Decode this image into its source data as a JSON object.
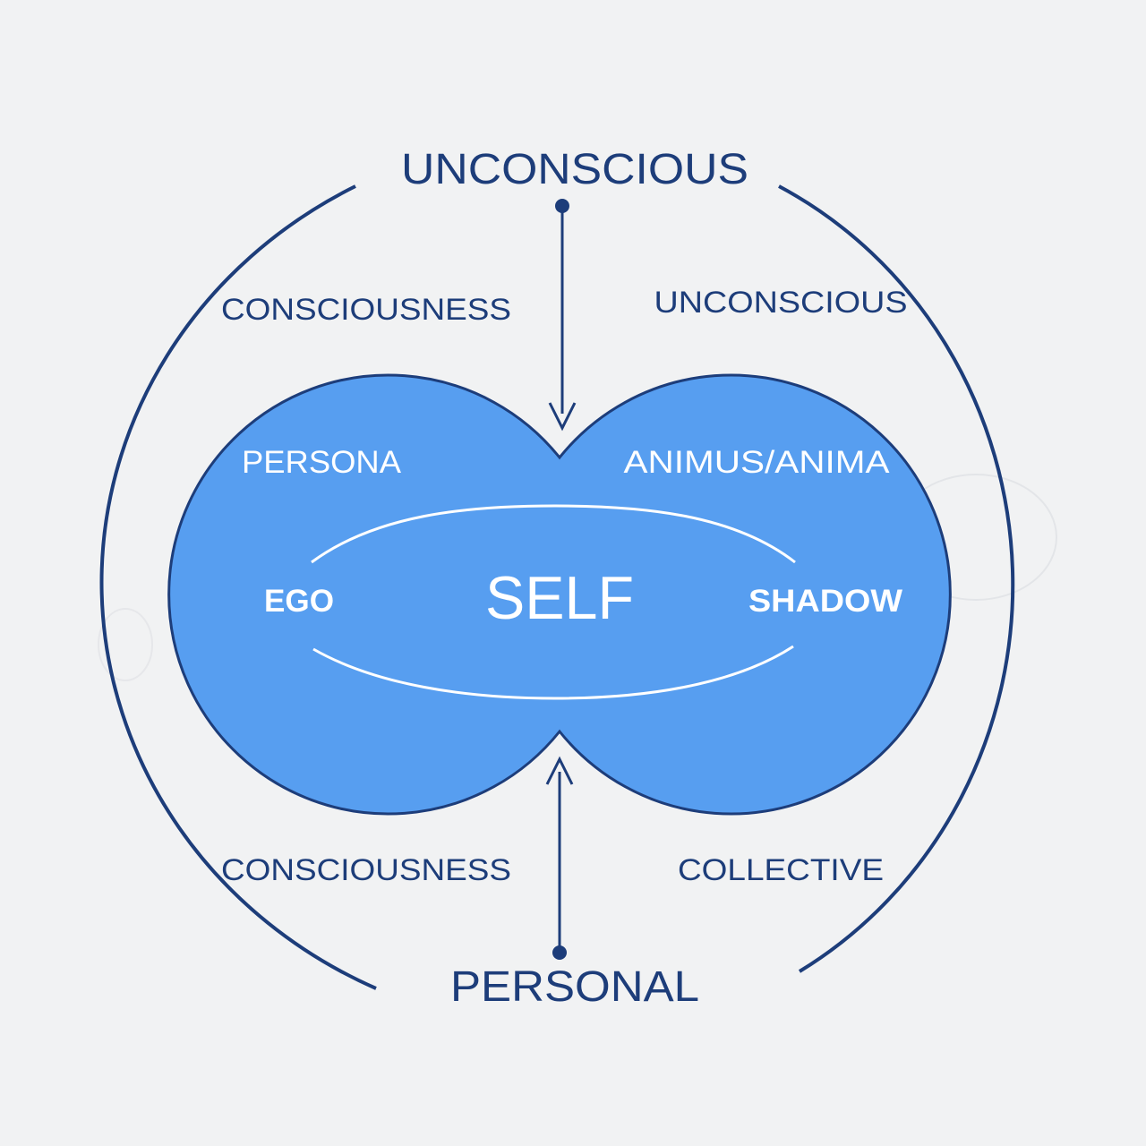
{
  "colors": {
    "navy": "#1d3d7a",
    "blob_fill": "#579ef0",
    "white": "#ffffff",
    "background": "#f1f2f3"
  },
  "labels": {
    "top_title": "UNCONSCIOUS",
    "bottom_title": "PERSONAL",
    "outer_top_left": "CONSCIOUSNESS",
    "outer_top_right": "UNCONSCIOUS",
    "outer_bottom_left": "CONSCIOUSNESS",
    "outer_bottom_right": "COLLECTIVE",
    "persona": "PERSONA",
    "animus_anima": "ANIMUS/ANIMA",
    "ego": "EGO",
    "self": "SELF",
    "shadow": "SHADOW"
  }
}
